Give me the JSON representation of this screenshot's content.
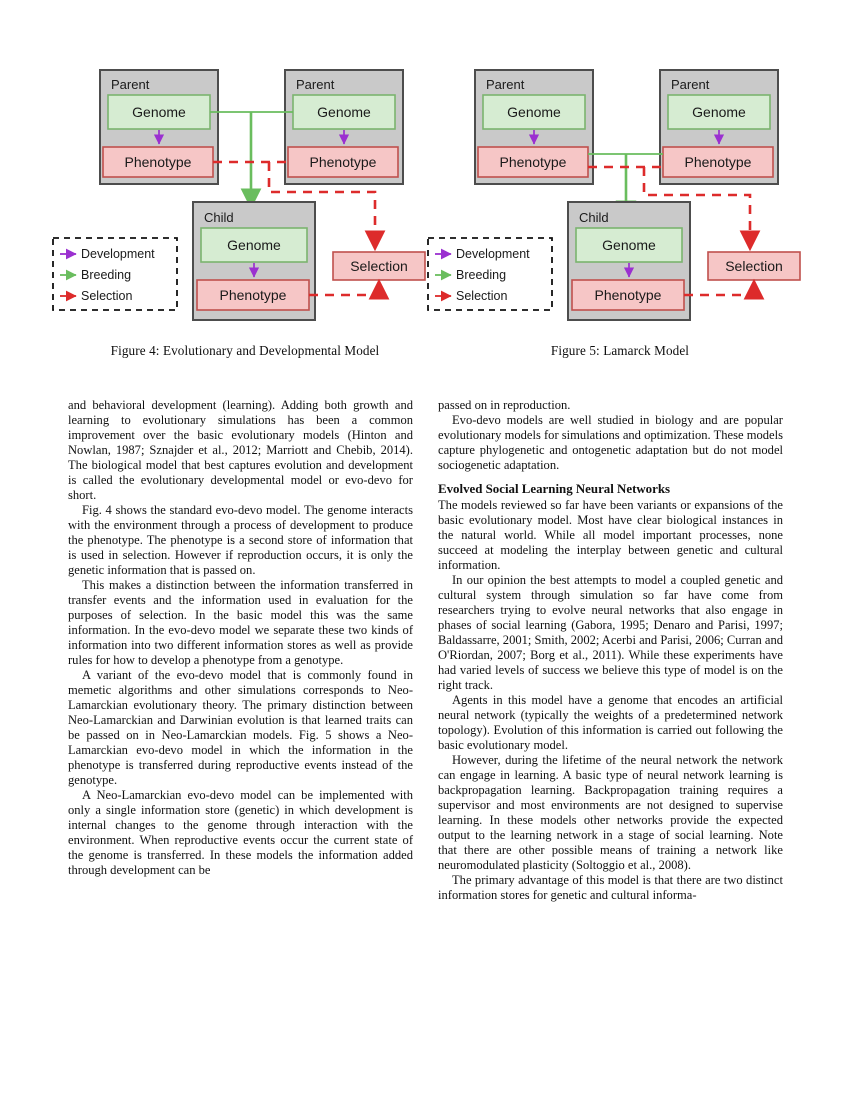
{
  "figures": [
    {
      "id": "figure-4",
      "caption": "Figure 4: Evolutionary and Developmental Model",
      "breeding_source": "genome",
      "nodes": {
        "parent_left_label": "Parent",
        "parent_left_genome": "Genome",
        "parent_left_phenotype": "Phenotype",
        "parent_right_label": "Parent",
        "parent_right_genome": "Genome",
        "parent_right_phenotype": "Phenotype",
        "child_label": "Child",
        "child_genome": "Genome",
        "child_phenotype": "Phenotype",
        "selection": "Selection"
      },
      "legend": [
        {
          "label": "Development",
          "color": "#9b30d0"
        },
        {
          "label": "Breeding",
          "color": "#6abd5e"
        },
        {
          "label": "Selection",
          "color": "#dd2b2b"
        }
      ]
    },
    {
      "id": "figure-5",
      "caption": "Figure 5: Lamarck Model",
      "breeding_source": "phenotype",
      "nodes": {
        "parent_left_label": "Parent",
        "parent_left_genome": "Genome",
        "parent_left_phenotype": "Phenotype",
        "parent_right_label": "Parent",
        "parent_right_genome": "Genome",
        "parent_right_phenotype": "Phenotype",
        "child_label": "Child",
        "child_genome": "Genome",
        "child_phenotype": "Phenotype",
        "selection": "Selection"
      },
      "legend": [
        {
          "label": "Development",
          "color": "#9b30d0"
        },
        {
          "label": "Breeding",
          "color": "#6abd5e"
        },
        {
          "label": "Selection",
          "color": "#dd2b2b"
        }
      ]
    }
  ],
  "colors": {
    "group_fill": "#c9c9c9",
    "group_stroke": "#4d4d4d",
    "genome_fill": "#d6ecd2",
    "genome_stroke": "#7bb46f",
    "phenotype_fill": "#f6c6c6",
    "phenotype_stroke": "#c0504d",
    "development_arrow": "#9b30d0",
    "breeding_arrow": "#6abd5e",
    "selection_arrow": "#dd2b2b",
    "legend_border": "#111111"
  },
  "left_column": {
    "paragraphs": [
      {
        "indent": false,
        "text": "and behavioral development (learning). Adding both growth and learning to evolutionary simulations has been a common improvement over the basic evolutionary models (Hinton and Nowlan, 1987; Sznajder et al., 2012; Marriott and Chebib, 2014). The biological model that best captures evolution and development is called the evolutionary developmental model or evo-devo for short."
      },
      {
        "indent": true,
        "text": "Fig. 4 shows the standard evo-devo model. The genome interacts with the environment through a process of development to produce the phenotype. The phenotype is a second store of information that is used in selection. However if reproduction occurs, it is only the genetic information that is passed on."
      },
      {
        "indent": true,
        "text": "This makes a distinction between the information transferred in transfer events and the information used in evaluation for the purposes of selection. In the basic model this was the same information. In the evo-devo model we separate these two kinds of information into two different information stores as well as provide rules for how to develop a phenotype from a genotype."
      },
      {
        "indent": true,
        "text": "A variant of the evo-devo model that is commonly found in memetic algorithms and other simulations corresponds to Neo-Lamarckian evolutionary theory. The primary distinction between Neo-Lamarckian and Darwinian evolution is that learned traits can be passed on in Neo-Lamarckian models. Fig. 5 shows a Neo-Lamarckian evo-devo model in which the information in the phenotype is transferred during reproductive events instead of the genotype."
      },
      {
        "indent": true,
        "text": "A Neo-Lamarckian evo-devo model can be implemented with only a single information store (genetic) in which development is internal changes to the genome through interaction with the environment. When reproductive events occur the current state of the genome is transferred. In these models the information added through development can be"
      }
    ]
  },
  "right_column": {
    "intro_paragraphs": [
      {
        "indent": false,
        "text": "passed on in reproduction."
      },
      {
        "indent": true,
        "text": "Evo-devo models are well studied in biology and are popular evolutionary models for simulations and optimization. These models capture phylogenetic and ontogenetic adaptation but do not model sociogenetic adaptation."
      }
    ],
    "section_heading": "Evolved Social Learning Neural Networks",
    "section_paragraphs": [
      {
        "indent": false,
        "text": "The models reviewed so far have been variants or expansions of the basic evolutionary model. Most have clear biological instances in the natural world. While all model important processes, none succeed at modeling the interplay between genetic and cultural information."
      },
      {
        "indent": true,
        "text": "In our opinion the best attempts to model a coupled genetic and cultural system through simulation so far have come from researchers trying to evolve neural networks that also engage in phases of social learning (Gabora, 1995; Denaro and Parisi, 1997; Baldassarre, 2001; Smith, 2002; Acerbi and Parisi, 2006; Curran and O'Riordan, 2007; Borg et al., 2011). While these experiments have had varied levels of success we believe this type of model is on the right track."
      },
      {
        "indent": true,
        "text": "Agents in this model have a genome that encodes an artificial neural network (typically the weights of a predetermined network topology). Evolution of this information is carried out following the basic evolutionary model."
      },
      {
        "indent": true,
        "text": "However, during the lifetime of the neural network the network can engage in learning. A basic type of neural network learning is backpropagation learning. Backpropagation training requires a supervisor and most environments are not designed to supervise learning. In these models other networks provide the expected output to the learning network in a stage of social learning. Note that there are other possible means of training a network like neuromodulated plasticity (Soltoggio et al., 2008)."
      },
      {
        "indent": true,
        "text": "The primary advantage of this model is that there are two distinct information stores for genetic and cultural informa-"
      }
    ]
  }
}
